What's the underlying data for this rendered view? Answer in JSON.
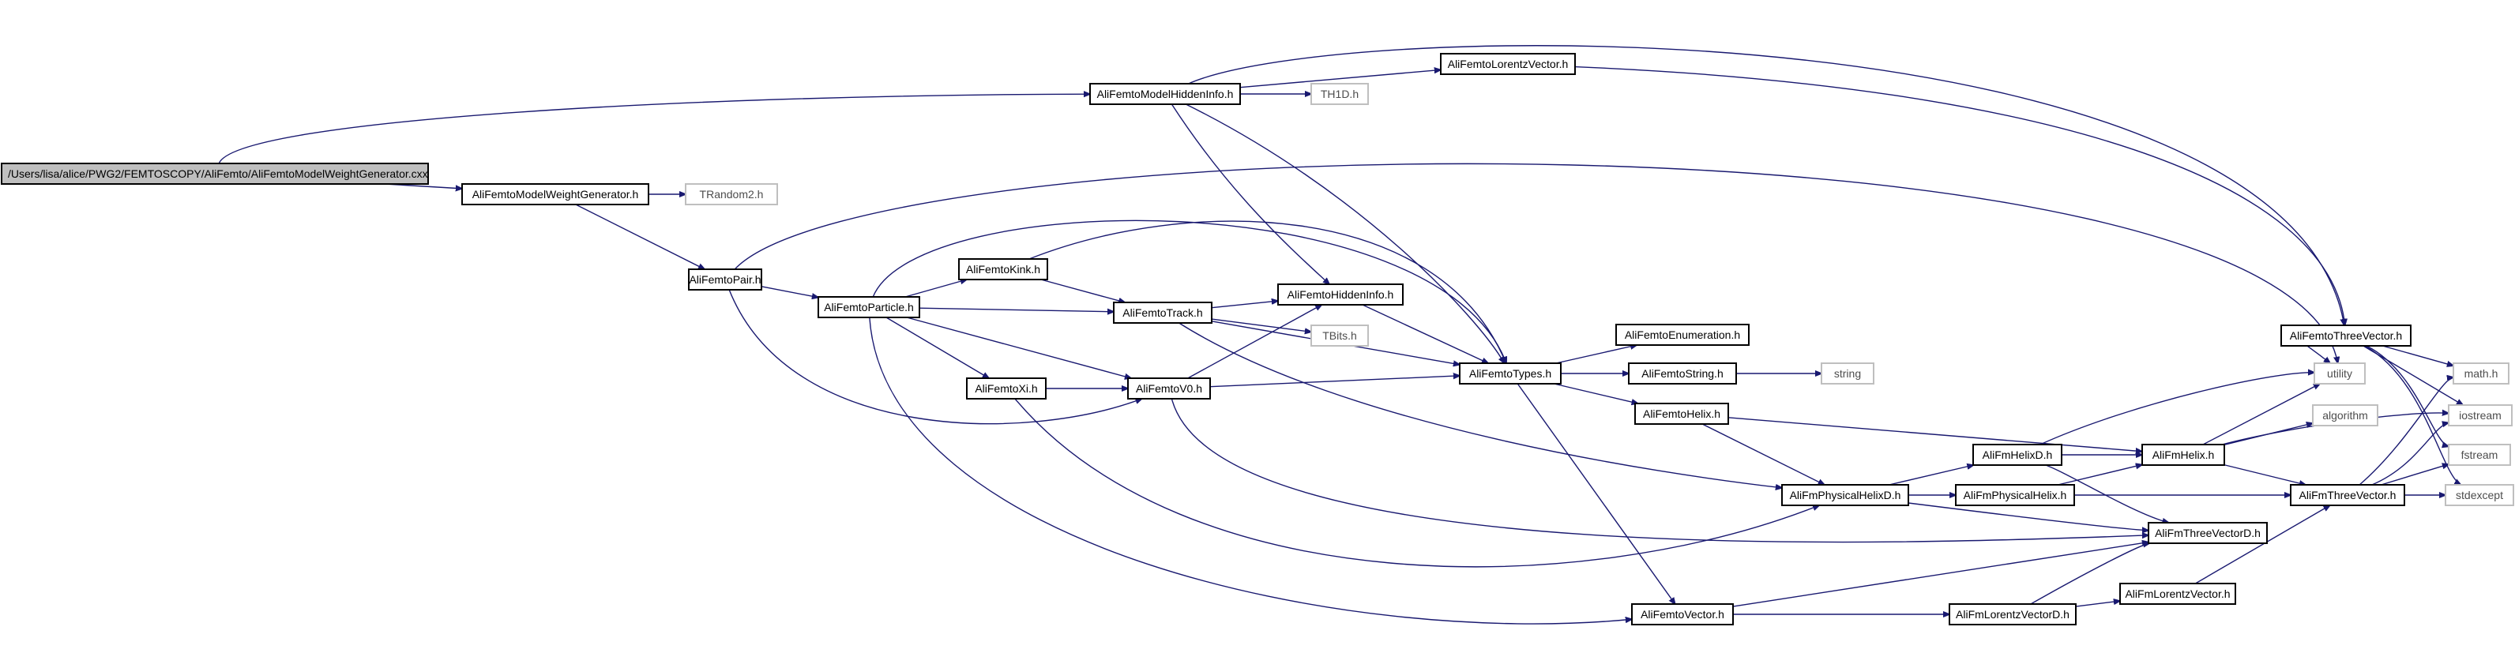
{
  "graph": {
    "nodes": [
      {
        "id": "root",
        "label": "/Users/lisa/alice/PWG2/FEMTOSCOPY/AliFemto/AliFemtoModelWeightGenerator.cxx",
        "kind": "root"
      },
      {
        "id": "mwg",
        "label": "AliFemtoModelWeightGenerator.h",
        "kind": "file"
      },
      {
        "id": "trandom2",
        "label": "TRandom2.h",
        "kind": "system"
      },
      {
        "id": "mhi",
        "label": "AliFemtoModelHiddenInfo.h",
        "kind": "file"
      },
      {
        "id": "lorentz",
        "label": "AliFemtoLorentzVector.h",
        "kind": "file"
      },
      {
        "id": "th1d",
        "label": "TH1D.h",
        "kind": "system"
      },
      {
        "id": "pair",
        "label": "AliFemtoPair.h",
        "kind": "file"
      },
      {
        "id": "particle",
        "label": "AliFemtoParticle.h",
        "kind": "file"
      },
      {
        "id": "kink",
        "label": "AliFemtoKink.h",
        "kind": "file"
      },
      {
        "id": "track",
        "label": "AliFemtoTrack.h",
        "kind": "file"
      },
      {
        "id": "hidden",
        "label": "AliFemtoHiddenInfo.h",
        "kind": "file"
      },
      {
        "id": "tbits",
        "label": "TBits.h",
        "kind": "system"
      },
      {
        "id": "xi",
        "label": "AliFemtoXi.h",
        "kind": "file"
      },
      {
        "id": "v0",
        "label": "AliFemtoV0.h",
        "kind": "file"
      },
      {
        "id": "types",
        "label": "AliFemtoTypes.h",
        "kind": "file"
      },
      {
        "id": "enum",
        "label": "AliFemtoEnumeration.h",
        "kind": "file"
      },
      {
        "id": "fstring",
        "label": "AliFemtoString.h",
        "kind": "file"
      },
      {
        "id": "string",
        "label": "string",
        "kind": "system"
      },
      {
        "id": "fhelix",
        "label": "AliFemtoHelix.h",
        "kind": "file"
      },
      {
        "id": "physhelixd",
        "label": "AliFmPhysicalHelixD.h",
        "kind": "file"
      },
      {
        "id": "helixd",
        "label": "AliFmHelixD.h",
        "kind": "file"
      },
      {
        "id": "physhelix",
        "label": "AliFmPhysicalHelix.h",
        "kind": "file"
      },
      {
        "id": "helix",
        "label": "AliFmHelix.h",
        "kind": "file"
      },
      {
        "id": "tvd",
        "label": "AliFmThreeVectorD.h",
        "kind": "file"
      },
      {
        "id": "fvector",
        "label": "AliFemtoVector.h",
        "kind": "file"
      },
      {
        "id": "lvd",
        "label": "AliFmLorentzVectorD.h",
        "kind": "file"
      },
      {
        "id": "lv",
        "label": "AliFmLorentzVector.h",
        "kind": "file"
      },
      {
        "id": "tv",
        "label": "AliFmThreeVector.h",
        "kind": "file"
      },
      {
        "id": "ftv",
        "label": "AliFemtoThreeVector.h",
        "kind": "file"
      },
      {
        "id": "utility",
        "label": "utility",
        "kind": "system"
      },
      {
        "id": "algorithm",
        "label": "algorithm",
        "kind": "system"
      },
      {
        "id": "math",
        "label": "math.h",
        "kind": "system"
      },
      {
        "id": "iostream",
        "label": "iostream",
        "kind": "system"
      },
      {
        "id": "fstream",
        "label": "fstream",
        "kind": "system"
      },
      {
        "id": "stdexcept",
        "label": "stdexcept",
        "kind": "system"
      }
    ],
    "edges": [
      [
        "root",
        "mwg"
      ],
      [
        "root",
        "mhi"
      ],
      [
        "mwg",
        "trandom2"
      ],
      [
        "mwg",
        "pair"
      ],
      [
        "mhi",
        "lorentz"
      ],
      [
        "mhi",
        "th1d"
      ],
      [
        "mhi",
        "ftv"
      ],
      [
        "mhi",
        "hidden"
      ],
      [
        "mhi",
        "types"
      ],
      [
        "lorentz",
        "ftv"
      ],
      [
        "pair",
        "particle"
      ],
      [
        "pair",
        "v0"
      ],
      [
        "pair",
        "utility"
      ],
      [
        "particle",
        "kink"
      ],
      [
        "particle",
        "track"
      ],
      [
        "particle",
        "xi"
      ],
      [
        "particle",
        "v0"
      ],
      [
        "particle",
        "types"
      ],
      [
        "particle",
        "fvector"
      ],
      [
        "kink",
        "track"
      ],
      [
        "kink",
        "types"
      ],
      [
        "track",
        "hidden"
      ],
      [
        "track",
        "tbits"
      ],
      [
        "track",
        "types"
      ],
      [
        "track",
        "physhelixd"
      ],
      [
        "hidden",
        "types"
      ],
      [
        "xi",
        "v0"
      ],
      [
        "xi",
        "physhelixd"
      ],
      [
        "v0",
        "hidden"
      ],
      [
        "v0",
        "types"
      ],
      [
        "v0",
        "tvd"
      ],
      [
        "types",
        "enum"
      ],
      [
        "types",
        "fstring"
      ],
      [
        "types",
        "fhelix"
      ],
      [
        "types",
        "fvector"
      ],
      [
        "fstring",
        "string"
      ],
      [
        "fhelix",
        "physhelixd"
      ],
      [
        "fhelix",
        "helix"
      ],
      [
        "physhelixd",
        "helixd"
      ],
      [
        "physhelixd",
        "physhelix"
      ],
      [
        "physhelixd",
        "tvd"
      ],
      [
        "helixd",
        "helix"
      ],
      [
        "helixd",
        "tvd"
      ],
      [
        "helixd",
        "utility"
      ],
      [
        "physhelix",
        "helix"
      ],
      [
        "physhelix",
        "tv"
      ],
      [
        "helix",
        "tv"
      ],
      [
        "helix",
        "utility"
      ],
      [
        "helix",
        "algorithm"
      ],
      [
        "helix",
        "iostream"
      ],
      [
        "fvector",
        "tvd"
      ],
      [
        "fvector",
        "lvd"
      ],
      [
        "lvd",
        "tvd"
      ],
      [
        "lvd",
        "lv"
      ],
      [
        "lv",
        "tv"
      ],
      [
        "tv",
        "math"
      ],
      [
        "tv",
        "iostream"
      ],
      [
        "tv",
        "fstream"
      ],
      [
        "tv",
        "stdexcept"
      ],
      [
        "ftv",
        "utility"
      ],
      [
        "ftv",
        "math"
      ],
      [
        "ftv",
        "iostream"
      ],
      [
        "ftv",
        "fstream"
      ],
      [
        "ftv",
        "stdexcept"
      ]
    ]
  }
}
